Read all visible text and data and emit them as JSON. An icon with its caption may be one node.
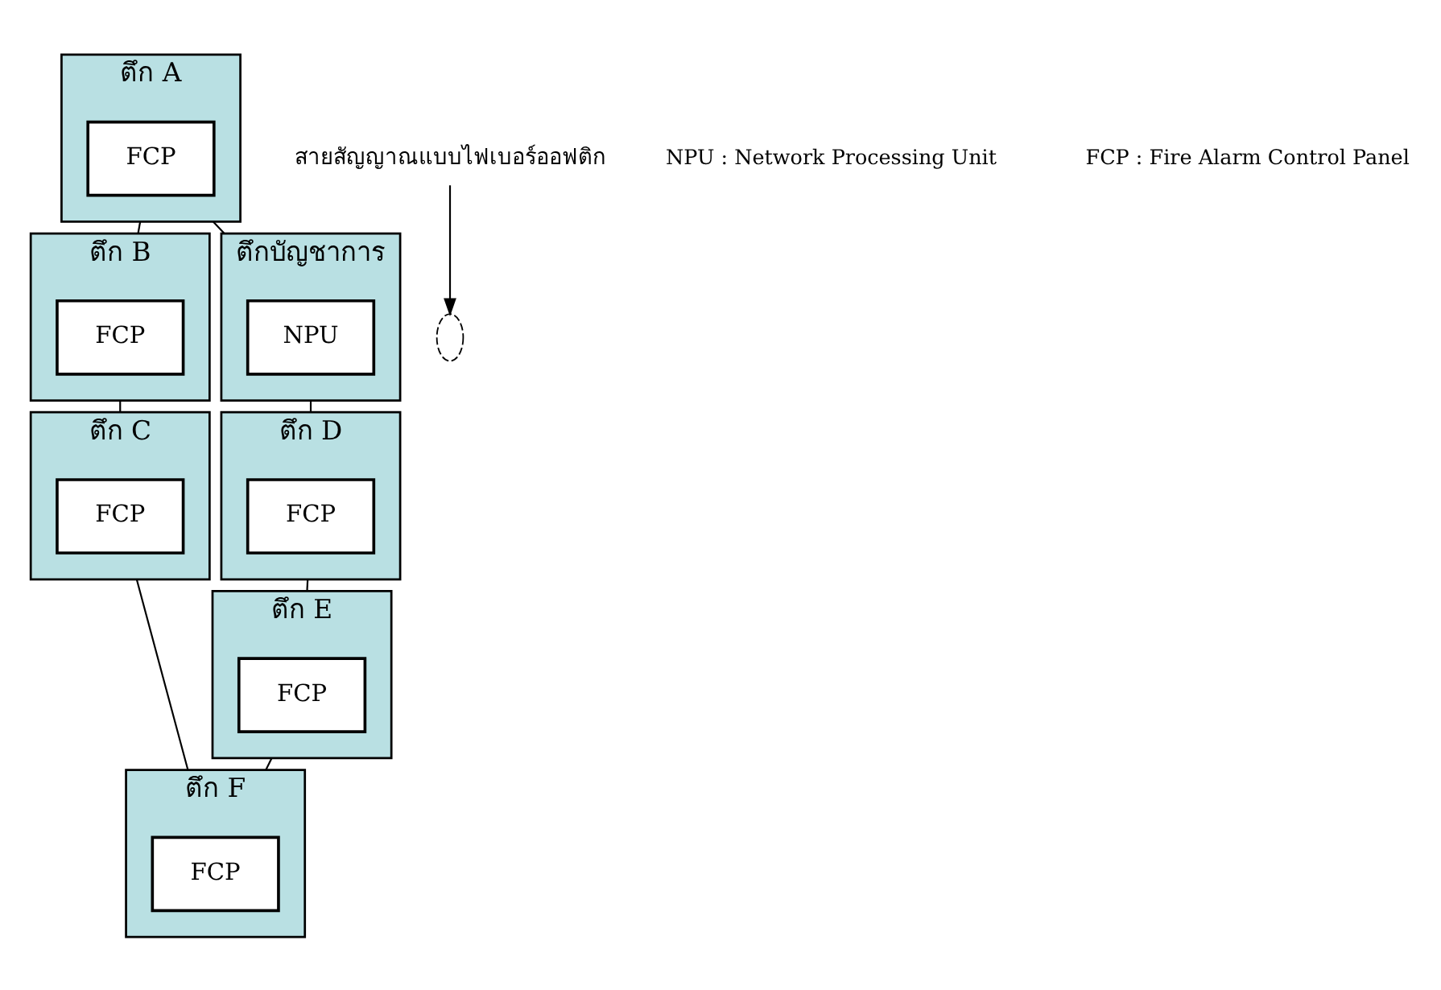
{
  "diagram": {
    "nodes": [
      {
        "text": [
          "ตึก A"
        ]
      },
      {
        "text": [
          "FCP"
        ],
        "in": 0
      },
      {
        "text": [
          "ตึก B"
        ]
      },
      {
        "text": [
          "FCP"
        ],
        "in": 2
      },
      {
        "text": [
          "ตึก C"
        ]
      },
      {
        "text": [
          "FCP"
        ],
        "in": 4
      },
      {
        "text": [
          "ตึกบัญชาการ"
        ]
      },
      {
        "text": [
          "NPU"
        ],
        "in": 6
      },
      {
        "text": [
          "ตึก D"
        ]
      },
      {
        "text": [
          "FCP"
        ],
        "in": 8
      },
      {
        "text": [
          "ตึก E"
        ]
      },
      {
        "text": [
          "FCP"
        ],
        "in": 10
      },
      {
        "text": [
          "ตึก F"
        ]
      },
      {
        "text": [
          "FCP"
        ],
        "in": 12
      },
      {
        "text": [
          "สายสัญญาณแบบไฟเบอร์ออฟติก"
        ]
      },
      {
        "text": [],
        "shape": "ellipse"
      }
    ],
    "edges": [
      {
        "from": 0,
        "to": 6,
        "arrow": "none"
      },
      {
        "from": 0,
        "to": 2,
        "arrow": "none"
      },
      {
        "from": 2,
        "to": 4,
        "arrow": "none"
      },
      {
        "from": 4,
        "to": 12,
        "arrow": "none"
      },
      {
        "from": 6,
        "to": 8,
        "arrow": "none"
      },
      {
        "from": 8,
        "to": 10,
        "arrow": "none"
      },
      {
        "from": 10,
        "to": 12,
        "arrow": "none"
      },
      {
        "from": 14,
        "to": 15,
        "arrow": "to"
      }
    ],
    "labels": [
      "NPU : Network Processing Unit",
      "FCP : Fire Alarm Control Panel"
    ]
  }
}
